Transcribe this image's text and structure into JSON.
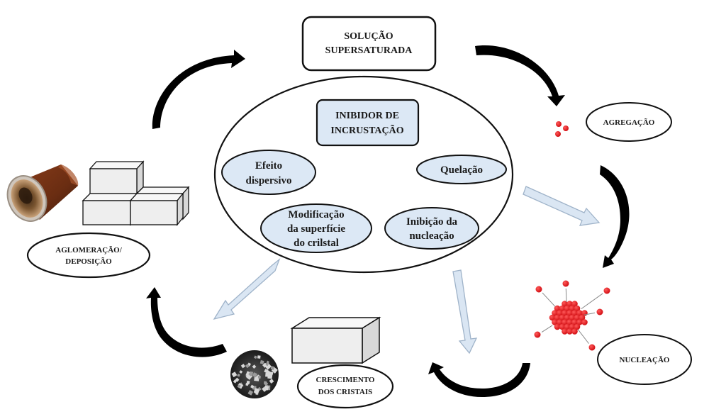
{
  "diagram": {
    "title_box": {
      "lines": [
        "SOLUÇÃO",
        "SUPERSATURADA"
      ]
    },
    "inhibitor_box": {
      "lines": [
        "INIBIDOR DE",
        "INCRUSTAÇÃO"
      ]
    },
    "mechanisms": [
      {
        "lines": [
          "Efeito",
          "dispersivo"
        ]
      },
      {
        "lines": [
          "Quelação"
        ]
      },
      {
        "lines": [
          "Modificação",
          "da superfície",
          "do crilstal"
        ]
      },
      {
        "lines": [
          "Inibição da",
          "nucleação"
        ]
      }
    ],
    "stages": {
      "aggregation": {
        "lines": [
          "AGREGAÇÃO"
        ]
      },
      "nucleation": {
        "lines": [
          "NUCLEAÇÃO"
        ]
      },
      "crystal_growth": {
        "lines": [
          "CRESCIMENTO",
          "DOS CRISTAIS"
        ]
      },
      "agglomeration": {
        "lines": [
          "AGLOMERAÇÃO/",
          "DEPOSIÇÃO"
        ]
      }
    },
    "icons": {
      "aggregation_particles": "red-particle-cluster-icon",
      "nucleation_cluster": "nucleation-cluster-icon",
      "crystal_block": "crystal-block-icon",
      "crystal_micrograph": "crystal-micrograph-icon",
      "scaled_pipe": "scaled-pipe-icon",
      "stacked_blocks": "stacked-blocks-icon"
    },
    "colors": {
      "inhibitor_fill": "#dce8f5",
      "mechanism_fill": "#dce8f5",
      "inhibition_arrow_fill": "#dae6f3",
      "inhibition_arrow_stroke": "#9fb3c9",
      "particle_red": "#e0161b",
      "cycle_arrow": "#000000",
      "outline": "#111111"
    }
  }
}
